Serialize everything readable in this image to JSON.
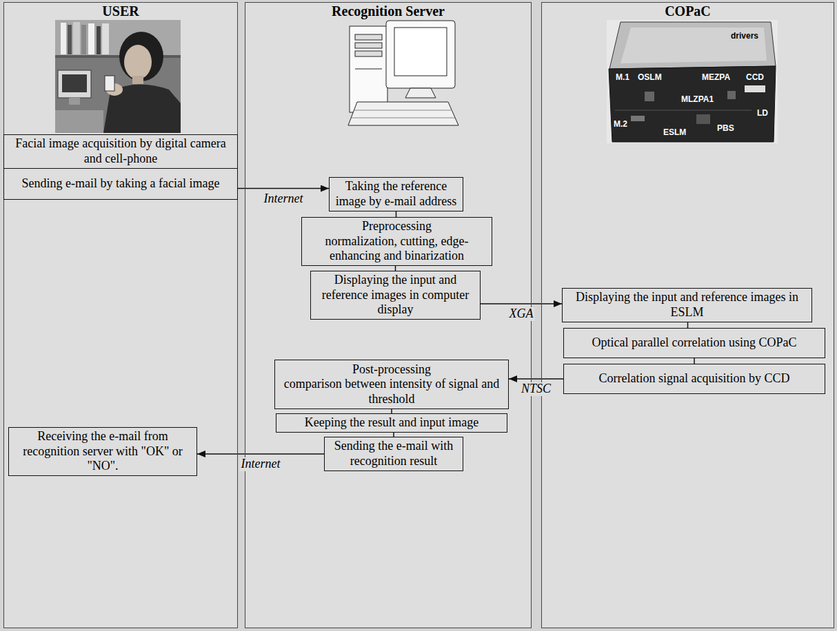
{
  "diagram": {
    "nodes": [
      {
        "text": [
          "USER"
        ]
      },
      {
        "text": [
          "Recognition Server"
        ]
      },
      {
        "text": [
          "COPaC"
        ]
      },
      {
        "text": [
          "Facial image acquisition by digital camera and cell-phone"
        ],
        "in": 0
      },
      {
        "text": [
          "Sending e-mail by taking a facial image"
        ],
        "in": 0
      },
      {
        "text": [
          "Receiving the e-mail from recognition server with \"OK\" or \"NO\"."
        ],
        "in": 0
      },
      {
        "text": [
          "Taking the reference image by e-mail address"
        ],
        "in": 1
      },
      {
        "text": [
          "Preprocessing",
          "normalization, cutting, edge-enhancing and binarization"
        ],
        "in": 1
      },
      {
        "text": [
          "Displaying the input and reference images in computer display"
        ],
        "in": 1
      },
      {
        "text": [
          "Post-processing",
          "comparison between intensity of signal and threshold"
        ],
        "in": 1
      },
      {
        "text": [
          "Keeping the result and input image"
        ],
        "in": 1
      },
      {
        "text": [
          "Sending the e-mail with recognition result"
        ],
        "in": 1
      },
      {
        "text": [
          "Displaying the input and reference images in ESLM"
        ],
        "in": 2
      },
      {
        "text": [
          "Optical parallel correlation using COPaC"
        ],
        "in": 2
      },
      {
        "text": [
          "Correlation signal acquisition by CCD"
        ],
        "in": 2
      }
    ],
    "edges": [
      {
        "from": 4,
        "to": 6,
        "label": "Internet",
        "arrow": "to"
      },
      {
        "from": 6,
        "to": 7,
        "arrow": "none"
      },
      {
        "from": 7,
        "to": 8,
        "arrow": "none"
      },
      {
        "from": 8,
        "to": 12,
        "label": "XGA",
        "arrow": "to"
      },
      {
        "from": 12,
        "to": 13,
        "arrow": "none"
      },
      {
        "from": 13,
        "to": 14,
        "arrow": "none"
      },
      {
        "from": 14,
        "to": 9,
        "label": "NTSC",
        "arrow": "to"
      },
      {
        "from": 9,
        "to": 10,
        "arrow": "none"
      },
      {
        "from": 10,
        "to": 11,
        "arrow": "none"
      },
      {
        "from": 11,
        "to": 5,
        "label": "Internet",
        "arrow": "to"
      }
    ],
    "labels": [
      "drivers",
      "M.1",
      "OSLM",
      "MEZPA",
      "CCD",
      "MLZPA1",
      "LD",
      "M.2",
      "ESLM",
      "PBS"
    ]
  }
}
